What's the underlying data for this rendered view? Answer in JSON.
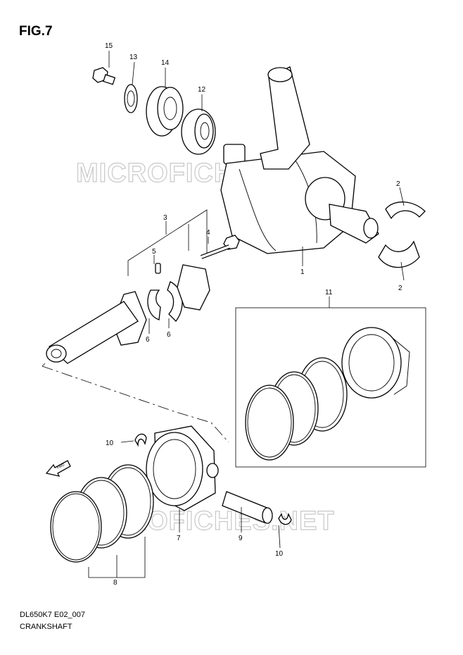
{
  "figure": {
    "title": "FIG.7"
  },
  "watermark": {
    "text": "MICROFICHES.NET"
  },
  "footer": {
    "code": "DL650K7 E02_007",
    "name": "CRANKSHAFT"
  },
  "direction_arrow": {
    "label": "FWD"
  },
  "callouts": {
    "c15": "15",
    "c13": "13",
    "c14": "14",
    "c12": "12",
    "c2a": "2",
    "c2b": "2",
    "c1": "1",
    "c3": "3",
    "c4": "4",
    "c5": "5",
    "c6a": "6",
    "c6b": "6",
    "c11": "11",
    "c10a": "10",
    "c10b": "10",
    "c7": "7",
    "c8": "8",
    "c9": "9"
  },
  "colors": {
    "line": "#000000",
    "watermark": "#c8c8c8",
    "background": "#ffffff"
  }
}
